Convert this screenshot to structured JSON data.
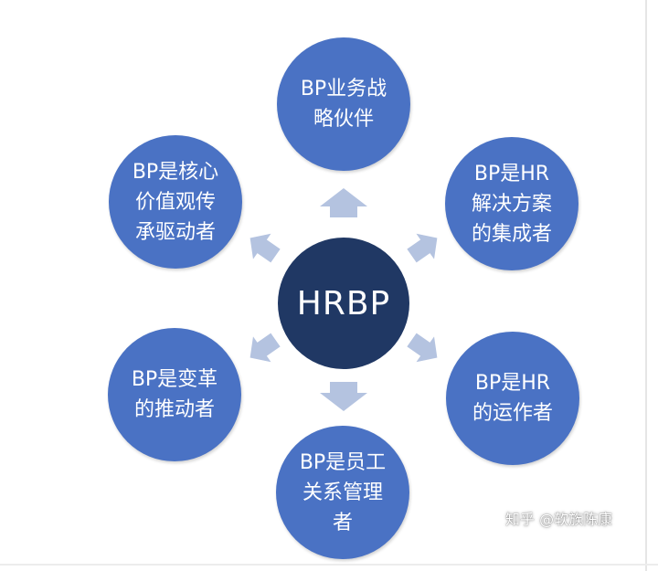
{
  "diagram": {
    "center": {
      "label": "HRBP"
    },
    "nodes": [
      {
        "id": "top",
        "label": "BP业务战\n略伙伴"
      },
      {
        "id": "upper-right",
        "label": "BP是HR\n解决方案\n的集成者"
      },
      {
        "id": "lower-right",
        "label": "BP是HR\n的运作者"
      },
      {
        "id": "bottom",
        "label": "BP是员工\n关系管理\n者"
      },
      {
        "id": "lower-left",
        "label": "BP是变革\n的推动者"
      },
      {
        "id": "upper-left",
        "label": "BP是核心\n价值观传\n承驱动者"
      }
    ]
  },
  "watermark": "知乎 @软族陈康",
  "colors": {
    "node_fill": "#4a72c4",
    "center_fill": "#203864",
    "arrow_fill": "#b4c3e0",
    "text": "#ffffff"
  }
}
